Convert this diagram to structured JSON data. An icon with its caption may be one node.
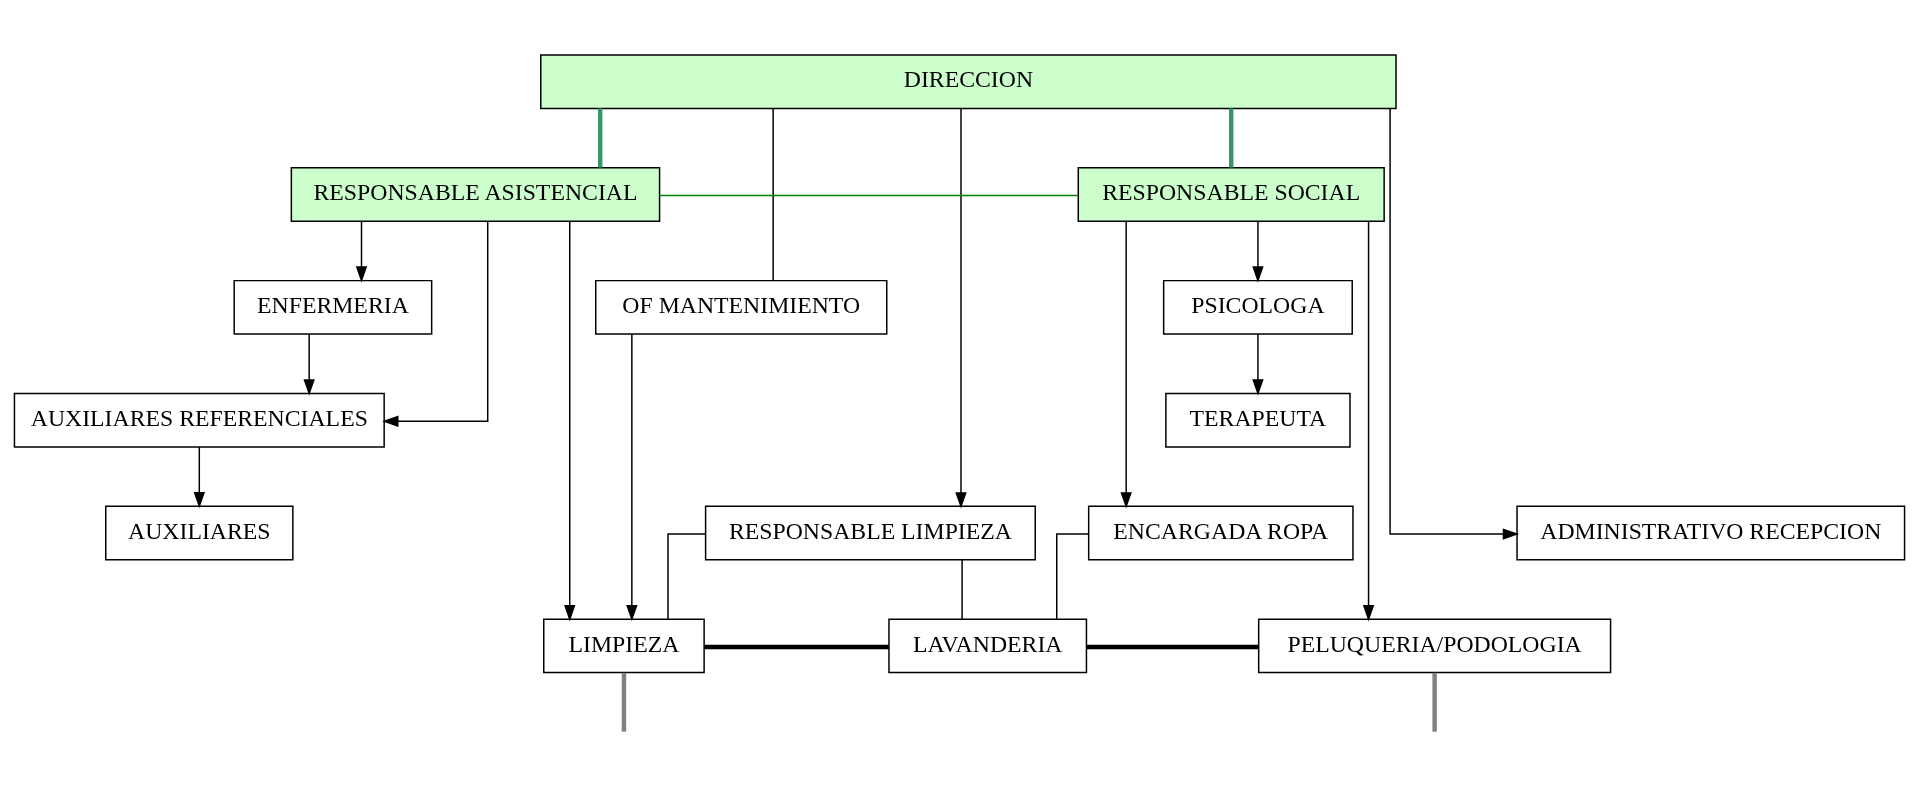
{
  "diagram": {
    "nodes": [
      {
        "text": [
          "DIRECCION"
        ]
      },
      {
        "text": [
          "RESPONSABLE ASISTENCIAL"
        ]
      },
      {
        "text": [
          "RESPONSABLE SOCIAL"
        ]
      },
      {
        "text": [
          "ENFERMERIA"
        ]
      },
      {
        "text": [
          "PSICOLOGA"
        ]
      },
      {
        "text": [
          "OF MANTENIMIENTO"
        ]
      },
      {
        "text": [
          "AUXILIARES REFERENCIALES"
        ]
      },
      {
        "text": [
          "TERAPEUTA"
        ]
      },
      {
        "text": [
          "AUXILIARES"
        ]
      },
      {
        "text": [
          "ADMINISTRATIVO RECEPCION"
        ]
      },
      {
        "text": [
          "RESPONSABLE LIMPIEZA"
        ]
      },
      {
        "text": [
          "ENCARGADA ROPA"
        ]
      },
      {
        "text": [
          "LIMPIEZA"
        ]
      },
      {
        "text": [
          "LAVANDERIA"
        ]
      },
      {
        "text": [
          "PELUQUERIA/PODOLOGIA"
        ]
      }
    ],
    "edges": [
      {
        "from": 0,
        "to": 1,
        "arrow": "none",
        "style": "thick",
        "color": "#339966"
      },
      {
        "from": 0,
        "to": 2,
        "arrow": "none",
        "style": "thick",
        "color": "#339966"
      },
      {
        "from": 1,
        "to": 2,
        "arrow": "none",
        "color": "#008000"
      },
      {
        "from": 1,
        "to": 3,
        "arrow": "to"
      },
      {
        "from": 1,
        "to": 6,
        "arrow": "to"
      },
      {
        "from": 3,
        "to": 6,
        "arrow": "to"
      },
      {
        "from": 6,
        "to": 8,
        "arrow": "to"
      },
      {
        "from": 0,
        "to": 9,
        "arrow": "to"
      },
      {
        "from": 0,
        "to": 5,
        "arrow": "none"
      },
      {
        "from": 5,
        "to": 12,
        "arrow": "to"
      },
      {
        "from": 0,
        "to": 10,
        "arrow": "to"
      },
      {
        "from": 1,
        "to": 12,
        "arrow": "to"
      },
      {
        "from": 2,
        "to": 4,
        "arrow": "to"
      },
      {
        "from": 4,
        "to": 7,
        "arrow": "to"
      },
      {
        "from": 2,
        "to": 11,
        "arrow": "to"
      },
      {
        "from": 2,
        "to": 14,
        "arrow": "to"
      },
      {
        "from": 10,
        "to": 12,
        "arrow": "none"
      },
      {
        "from": 10,
        "to": 13,
        "arrow": "none"
      },
      {
        "from": 11,
        "to": 13,
        "arrow": "none"
      },
      {
        "from": 12,
        "to": 13,
        "arrow": "none",
        "style": "thick"
      },
      {
        "from": 13,
        "to": 14,
        "arrow": "none",
        "style": "thick"
      },
      {
        "from": 12,
        "to": null,
        "arrow": "none",
        "style": "thick",
        "color": "#808080"
      },
      {
        "from": 14,
        "to": null,
        "arrow": "none",
        "style": "thick",
        "color": "#808080"
      }
    ]
  }
}
